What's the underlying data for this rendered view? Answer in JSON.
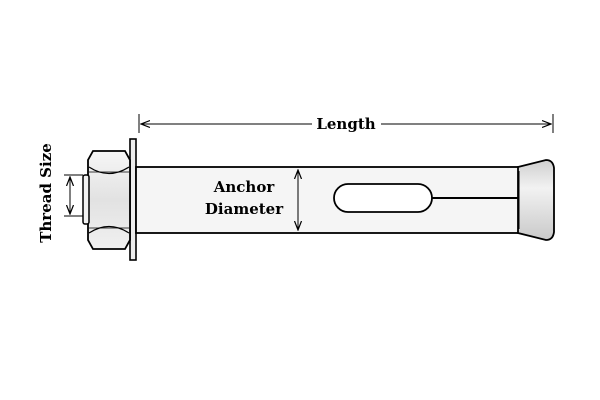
{
  "labels": {
    "length": "Length",
    "anchor_line1": "Anchor",
    "anchor_line2": "Diameter",
    "thread_size": "Thread Size"
  },
  "colors": {
    "outline": "#000000",
    "nut_fill": "#e9e9e9",
    "sleeve_fill": "#f4f4f4",
    "cone_fill": "#dcdcdc",
    "background": "#ffffff"
  }
}
